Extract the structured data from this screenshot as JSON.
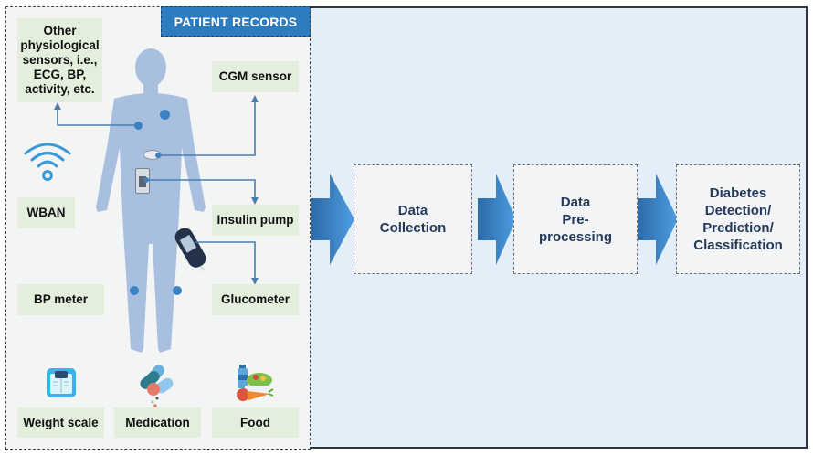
{
  "title": "PATIENT RECORDS",
  "sensors": {
    "other": "Other physiological sensors, i.e., ECG, BP, activity, etc.",
    "cgm": "CGM sensor",
    "wban": "WBAN",
    "insulin_pump": "Insulin pump",
    "bp_meter": "BP meter",
    "glucometer": "Glucometer",
    "weight_scale": "Weight scale",
    "medication": "Medication",
    "food": "Food"
  },
  "icons": {
    "wban": "wifi-icon",
    "weight_scale": "weight-scale-icon",
    "medication": "pills-icon",
    "food": "food-icon",
    "body": "human-body-icon",
    "cgm": "cgm-device-icon",
    "pump": "insulin-pump-icon",
    "glucometer": "glucometer-icon"
  },
  "pipeline": [
    {
      "label_line1": "Data",
      "label_line2": "Collection"
    },
    {
      "label_line1": "Data",
      "label_line2": "Pre-",
      "label_line3": "processing"
    },
    {
      "label_line1": "Diabetes",
      "label_line2": "Detection/",
      "label_line3": "Prediction/",
      "label_line4": "Classification"
    }
  ],
  "colors": {
    "accent": "#2e7cc0",
    "arrow": "#3e8fd0",
    "label_bg": "#e3eedd",
    "body": "#a9bfe0",
    "right_bg": "#e4eef8"
  }
}
